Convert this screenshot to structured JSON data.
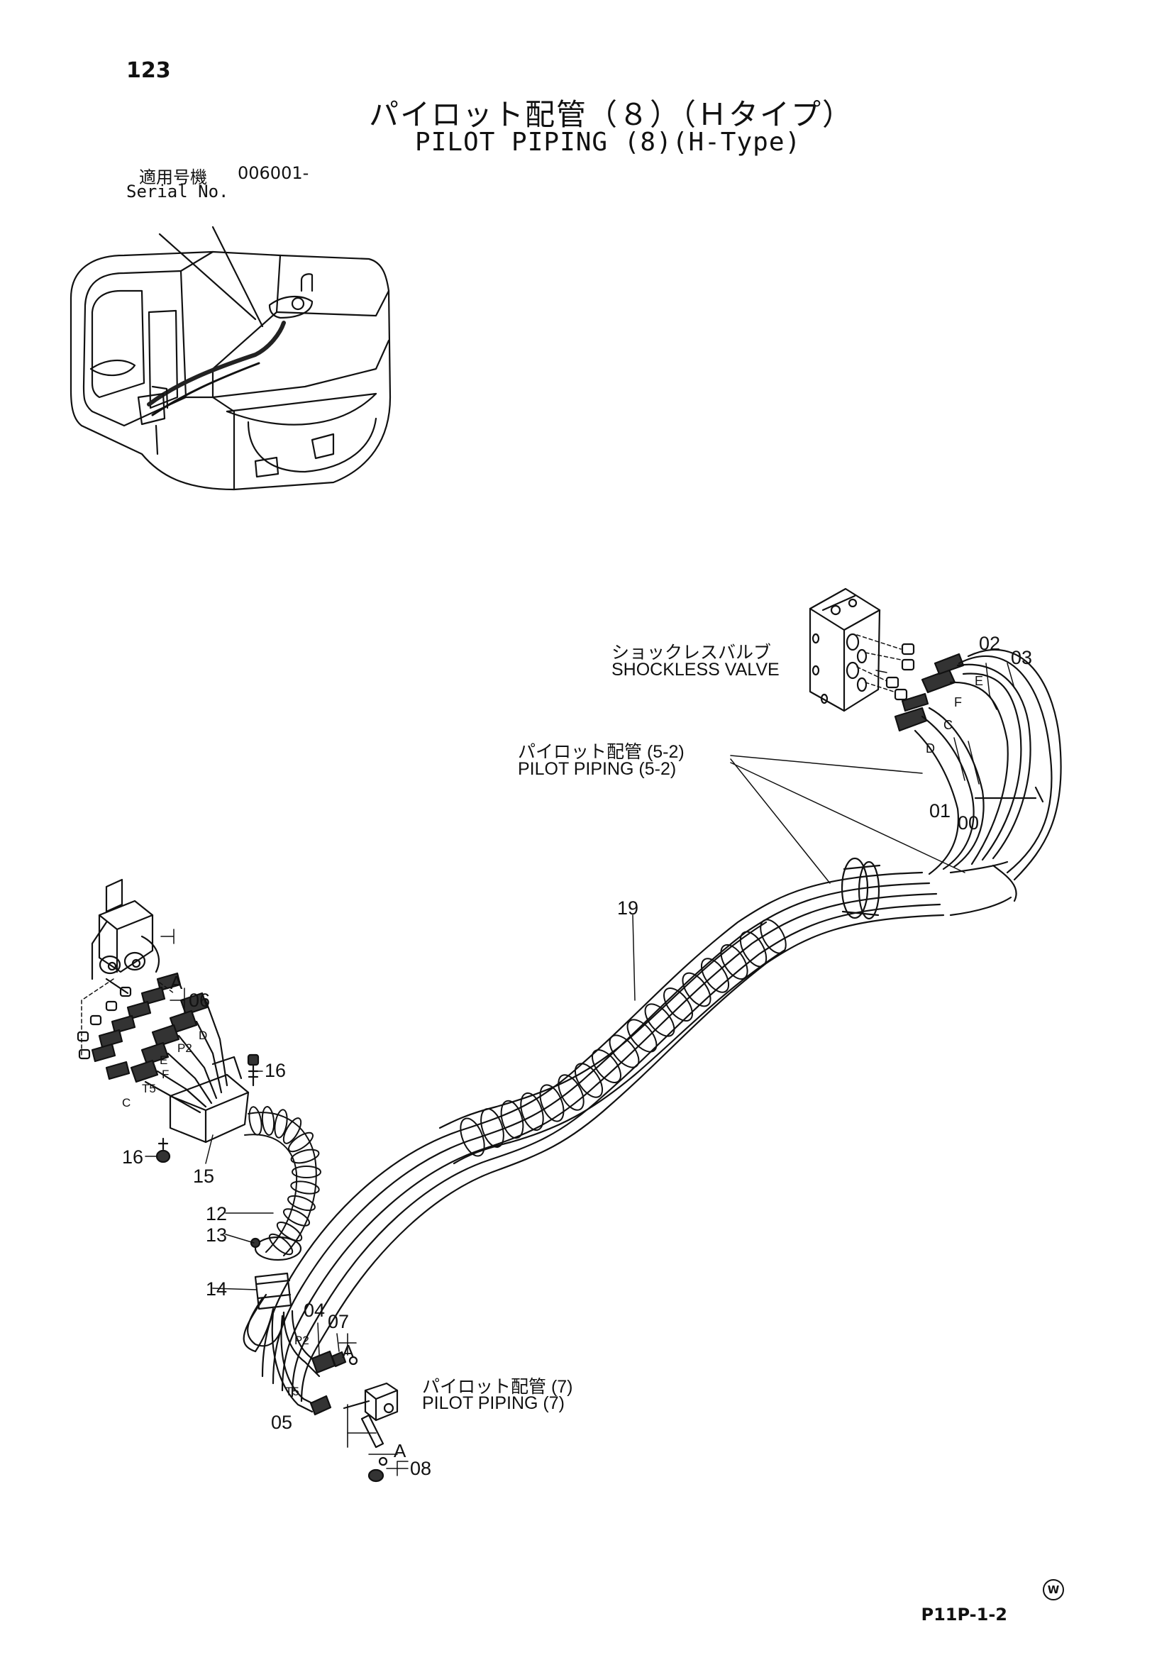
{
  "page_number": "123",
  "title": {
    "jp": "パイロット配管（８）（Ｈタイプ）",
    "en": "PILOT PIPING (8)(H-Type)"
  },
  "serial": {
    "label_jp": "適用号機",
    "number": "006001-",
    "label_en": "Serial No."
  },
  "callouts": {
    "shockless_valve_jp": "ショックレスバルブ",
    "shockless_valve_en": "SHOCKLESS VALVE",
    "pilot_piping_52_jp": "パイロット配管 (5-2)",
    "pilot_piping_52_en": "PILOT PIPING (5-2)",
    "pilot_piping_7_jp": "パイロット配管 (7)",
    "pilot_piping_7_en": "PILOT PIPING (7)"
  },
  "part_numbers": {
    "p00": "00",
    "p01": "01",
    "p02": "02",
    "p03": "03",
    "p04": "04",
    "p05": "05",
    "p06": "06",
    "p07": "07",
    "p08": "08",
    "p12": "12",
    "p13": "13",
    "p14": "14",
    "p15": "15",
    "p16a": "16",
    "p16b": "16",
    "p19": "19"
  },
  "port_letters": {
    "E": "E",
    "F": "F",
    "C": "C",
    "D": "D",
    "A1": "A",
    "A2": "A",
    "A3": "A",
    "P2a": "P2",
    "P2b": "P2",
    "T5a": "T5",
    "T5b": "T5",
    "Ea": "E",
    "Fa": "F",
    "Ca": "C",
    "Da": "D"
  },
  "watermark": "W",
  "drawing_code": "P11P-1-2"
}
